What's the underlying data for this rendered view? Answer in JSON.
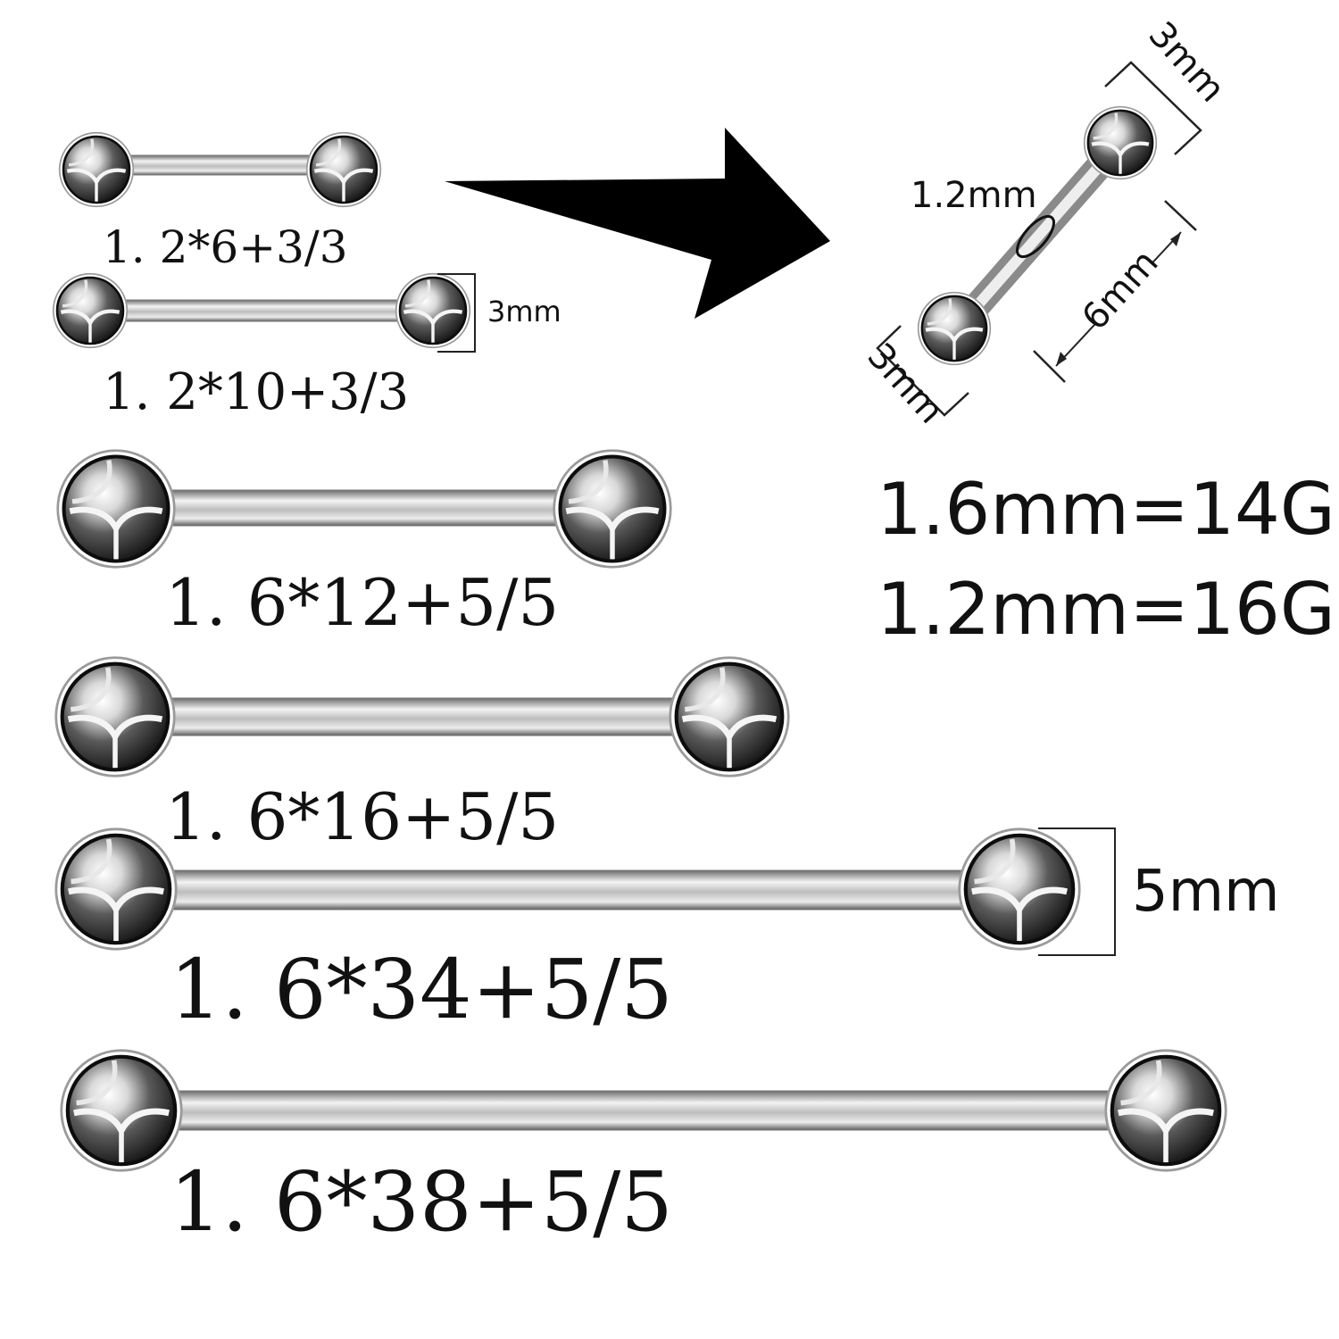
{
  "products": [
    {
      "label": "1. 2*6+3/3"
    },
    {
      "label": "1. 2*10+3/3"
    },
    {
      "label": "1. 6*12+5/5"
    },
    {
      "label": "1. 6*16+5/5"
    },
    {
      "label": "1. 6*34+5/5"
    },
    {
      "label": "1. 6*38+5/5"
    }
  ],
  "annotations": {
    "small_ball_size": "3mm",
    "large_ball_size": "5mm"
  },
  "detail_diagram": {
    "thickness": "1.2mm",
    "top_ball": "3mm",
    "bottom_ball": "3mm",
    "length": "6mm"
  },
  "gauge_conversion": [
    "1.6mm=14G",
    "1.2mm=16G"
  ],
  "colors": {
    "metal_dark": "#1a1a1a",
    "metal_mid": "#8a8a8a",
    "metal_light": "#f2f2f2",
    "arrow": "#000000"
  },
  "icons": {
    "pointer": "right-arrow-icon"
  }
}
